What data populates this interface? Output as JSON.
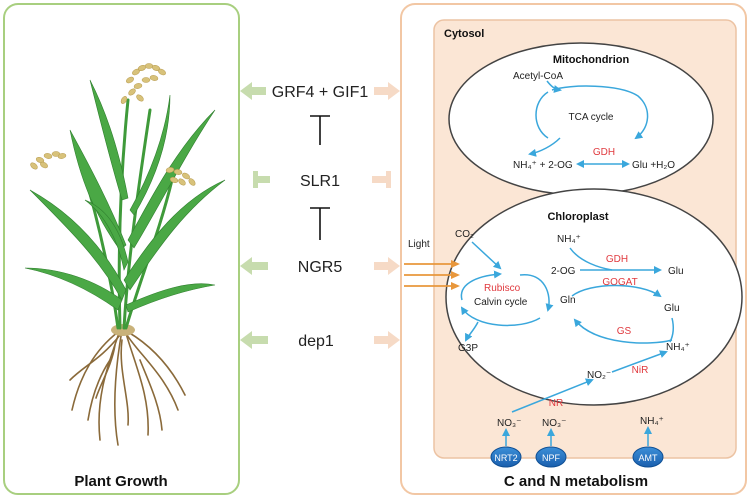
{
  "left_panel": {
    "caption": "Plant Growth"
  },
  "regulators": {
    "grf4": "GRF4 + GIF1",
    "slr1": "SLR1",
    "ngr5": "NGR5",
    "dep1": "dep1"
  },
  "right_panel": {
    "caption": "C and N metabolism",
    "cytosol_label": "Cytosol",
    "light_label": "Light"
  },
  "mitochondrion": {
    "title": "Mitochondrion",
    "acetyl_coa": "Acetyl-CoA",
    "tca": "TCA cycle",
    "gdh": "GDH",
    "nh4_2og": "NH₄⁺ + 2-OG",
    "glu_h2o": "Glu +H₂O"
  },
  "chloroplast": {
    "title": "Chloroplast",
    "co2": "CO₂",
    "nh4_top": "NH₄⁺",
    "gdh": "GDH",
    "gogat": "GOGAT",
    "two_og": "2-OG",
    "glu_top": "Glu",
    "glu_mid": "Glu",
    "gln": "Gln",
    "rubisco": "Rubisco",
    "calvin": "Calvin cycle",
    "gs": "GS",
    "nh4_right": "NH₄⁺",
    "g3p": "G3P",
    "no2": "NO₂⁻",
    "nir": "NiR"
  },
  "cytosol": {
    "nr": "NR",
    "no3_a": "NO₃⁻",
    "no3_b": "NO₃⁻",
    "nh4": "NH₄⁺"
  },
  "transporters": {
    "nrt2": "NRT2",
    "npf": "NPF",
    "amt": "AMT"
  },
  "colors": {
    "green_border": "#a8cf7f",
    "orange_border": "#f2c7a4",
    "enzyme_red": "#e0393e",
    "arrow_blue": "#3aa7dc",
    "transporter_blue": "#1e78c8"
  }
}
